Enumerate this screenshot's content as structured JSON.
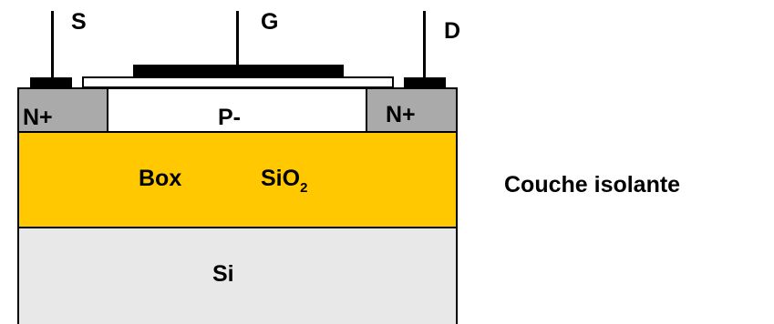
{
  "terminals": {
    "source": "S",
    "gate": "G",
    "drain": "D"
  },
  "regions": {
    "source_doping": "N+",
    "channel_doping": "P-",
    "drain_doping": "N+",
    "box_label": "Box",
    "box_material": "SiO",
    "box_material_subscript": "2",
    "substrate": "Si"
  },
  "annotation": "Couche isolante",
  "colors": {
    "box_layer": "#FFC800",
    "substrate": "#E8E8E8",
    "doped_region": "#AAAAAA",
    "channel": "#FFFFFF",
    "electrode": "#000000",
    "outline": "#000000"
  }
}
